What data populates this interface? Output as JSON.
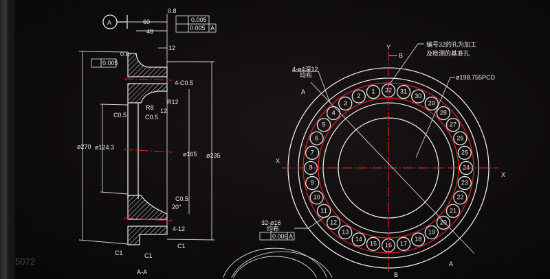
{
  "section_view": {
    "datum_symbol": "A",
    "roughness_top": "0.8",
    "roughness_left": "0.8",
    "flatness_top": "0.005",
    "symmetry_top": "0.005",
    "datum_ref_top": "A",
    "flatness_left": "0.005",
    "dims": {
      "d60": "60",
      "d48": "48",
      "d12a": "12",
      "d12b": "12",
      "chamfer_4": "4-C0.5",
      "r12": "R12",
      "r8": "R8",
      "c05a": "C0.5",
      "c05b": "C0.5",
      "c05c": "C0.5",
      "phi270": "ø270",
      "phi124": "ø124.3",
      "phi165": "ø165",
      "phi235": "ø235",
      "angle": "20°",
      "holes": "4-12",
      "c1a": "C1",
      "c1b": "C1",
      "c1c": "C1"
    },
    "label": "A-A"
  },
  "front_view": {
    "axis_y": "Y",
    "axis_x_left": "X",
    "axis_x_right": "X",
    "datum_b": "B",
    "datum_a": "A",
    "datum_a_bottom": "A",
    "datum_b_bottom": "B",
    "note_line1": "编号32的孔为加工",
    "note_line2": "及检测的基准孔",
    "threaded_holes": "4-ø4深12",
    "threaded_sub": "均布",
    "pcd": "ø198.755PCD",
    "hole_callout": "32-ø16",
    "hole_callout_sub": "均布",
    "position_tol": "0.006",
    "position_ref": "A",
    "hole_count": 32
  },
  "watermark": "5072"
}
